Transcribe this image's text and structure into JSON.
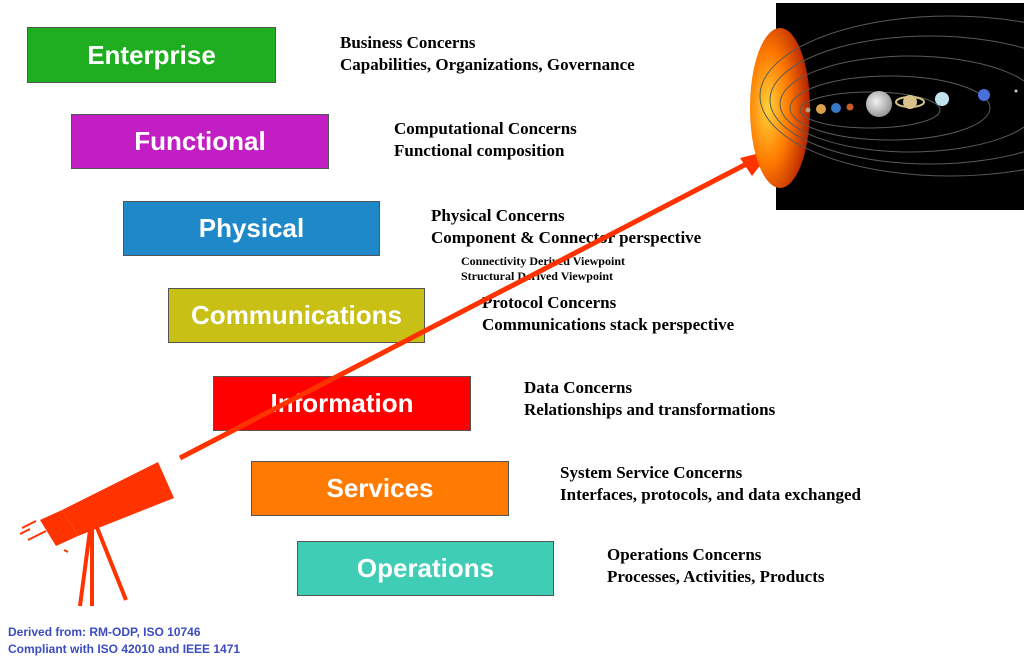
{
  "layers": [
    {
      "label": "Enterprise",
      "color": "#1fae1f",
      "lines": [
        "Business Concerns",
        "Capabilities, Organizations, Governance"
      ]
    },
    {
      "label": "Functional",
      "color": "#c21ec4",
      "lines": [
        "Computational Concerns",
        "Functional composition"
      ]
    },
    {
      "label": "Physical",
      "color": "#1e88c8",
      "lines": [
        "Physical Concerns",
        "Component & Connector perspective"
      ]
    },
    {
      "label": "Communications",
      "color": "#c8c014",
      "lines": [
        "Protocol Concerns",
        "Communications stack perspective"
      ]
    },
    {
      "label": "Information",
      "color": "#ff0000",
      "lines": [
        "Data Concerns",
        "Relationships and transformations"
      ]
    },
    {
      "label": "Services",
      "color": "#ff7a00",
      "lines": [
        "System Service Concerns",
        "Interfaces, protocols, and data exchanged"
      ]
    },
    {
      "label": "Operations",
      "color": "#3fcdb6",
      "lines": [
        "Operations Concerns",
        "Processes, Activities, Products"
      ]
    }
  ],
  "physical_viewpoints": [
    "Connectivity Derived Viewpoint",
    "Structural Derived Viewpoint"
  ],
  "footer": [
    "Derived from: RM-ODP, ISO 10746",
    "Compliant with ISO 42010 and IEEE 1471"
  ],
  "accent_color": "#ff3300",
  "image_labels": {
    "telescope": "telescope-illustration",
    "solar_system": "solar-system-image"
  }
}
